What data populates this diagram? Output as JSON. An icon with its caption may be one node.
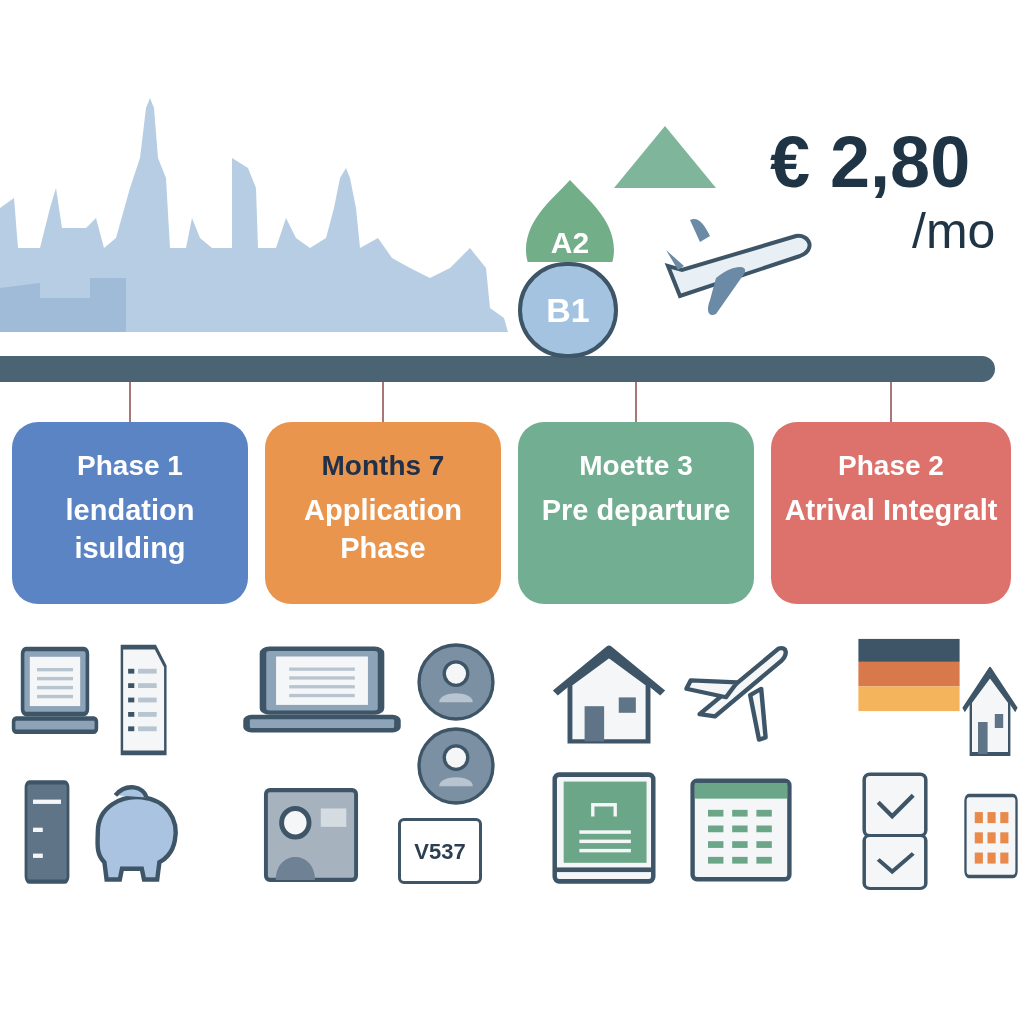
{
  "diagram": {
    "nodes": [
      {
        "text": [],
        "shape": "bar"
      },
      {
        "text": [
          "Phase 1",
          "lendation isulding"
        ]
      },
      {
        "text": [
          "Months 7",
          "Application Phase"
        ]
      },
      {
        "text": [
          "Moette 3",
          "Pre departure"
        ]
      },
      {
        "text": [
          "Phase 2",
          "Atrival Integralt"
        ]
      },
      {
        "text": [
          "A2"
        ]
      },
      {
        "text": [
          "B1"
        ]
      }
    ],
    "edges": [
      {
        "from": 0,
        "to": 1,
        "arrow": "none"
      },
      {
        "from": 0,
        "to": 2,
        "arrow": "none"
      },
      {
        "from": 0,
        "to": 3,
        "arrow": "none"
      },
      {
        "from": 0,
        "to": 4,
        "arrow": "none"
      }
    ],
    "labels": [
      "€ 2,80",
      "/mo",
      "V537"
    ]
  }
}
